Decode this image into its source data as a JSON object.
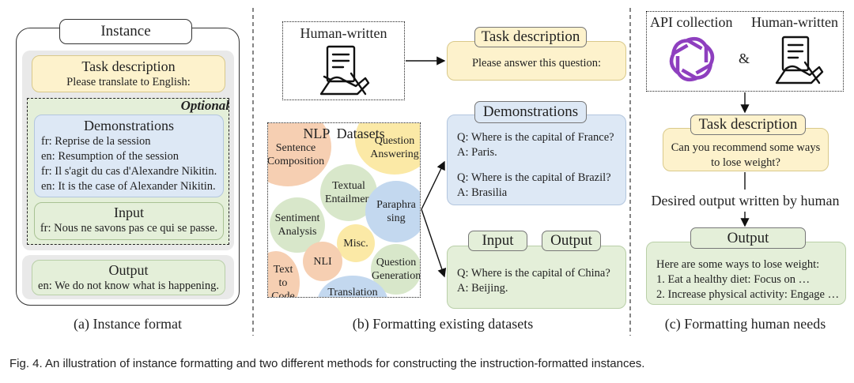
{
  "panel_a": {
    "header": "Instance",
    "task_title": "Task description",
    "task_text": "Please translate to English:",
    "optional": "Optional",
    "demo_title": "Demonstrations",
    "demo_lines": [
      "fr: Reprise de la session",
      "en: Resumption of the session",
      "fr: Il s'agit du cas d'Alexandre Nikitin.",
      "en: It is the case of Alexander Nikitin."
    ],
    "input_title": "Input",
    "input_text": "fr: Nous ne savons pas ce qui se passe.",
    "output_title": "Output",
    "output_text": "en: We do not know what is happening.",
    "caption": "(a) Instance format"
  },
  "panel_b": {
    "human_written": "Human-written",
    "task_title": "Task description",
    "task_text": "Please answer this question:",
    "nlp_title": "NLP  Datasets",
    "circles": {
      "sentence_composition": "Sentence Composition",
      "question_answering": "Question Answering",
      "textual_entailment": "Textual Entailment",
      "paraphrasing": "Paraphra sing",
      "sentiment_analysis": "Sentiment Analysis",
      "misc": "Misc.",
      "nli": "NLI",
      "question_generation": "Question Generation",
      "text_to_code": "Text to Code",
      "translation": "Translation"
    },
    "demo_title": "Demonstrations",
    "demo_lines": [
      "Q: Where is the capital of France?",
      "A: Paris.",
      "Q: Where is the capital of Brazil?",
      "A: Brasilia"
    ],
    "input_tag": "Input",
    "output_tag": "Output",
    "io_lines": [
      "Q: Where is the capital of China?",
      "A: Beijing."
    ],
    "caption": "(b) Formatting existing datasets"
  },
  "panel_c": {
    "api_collection": "API collection",
    "human_written": "Human-written",
    "ampersand": "&",
    "task_title": "Task description",
    "task_lines": [
      "Can you recommend some ways",
      "to lose weight?"
    ],
    "desired": "Desired output written by human",
    "output_title": "Output",
    "output_lines": [
      "Here are some ways to lose weight:",
      "1. Eat a healthy diet: Focus on …",
      "2. Increase physical activity: Engage …"
    ],
    "caption": "(c) Formatting human needs"
  },
  "figure_caption": "Fig. 4. An illustration of instance formatting and two different methods for constructing the instruction-formatted instances.",
  "colors": {
    "yellow": "#fdf2cc",
    "green": "#e4efd9",
    "blue": "#dde8f5",
    "grey": "#e9e9e9",
    "openai_purple": "#8e3fbf"
  }
}
